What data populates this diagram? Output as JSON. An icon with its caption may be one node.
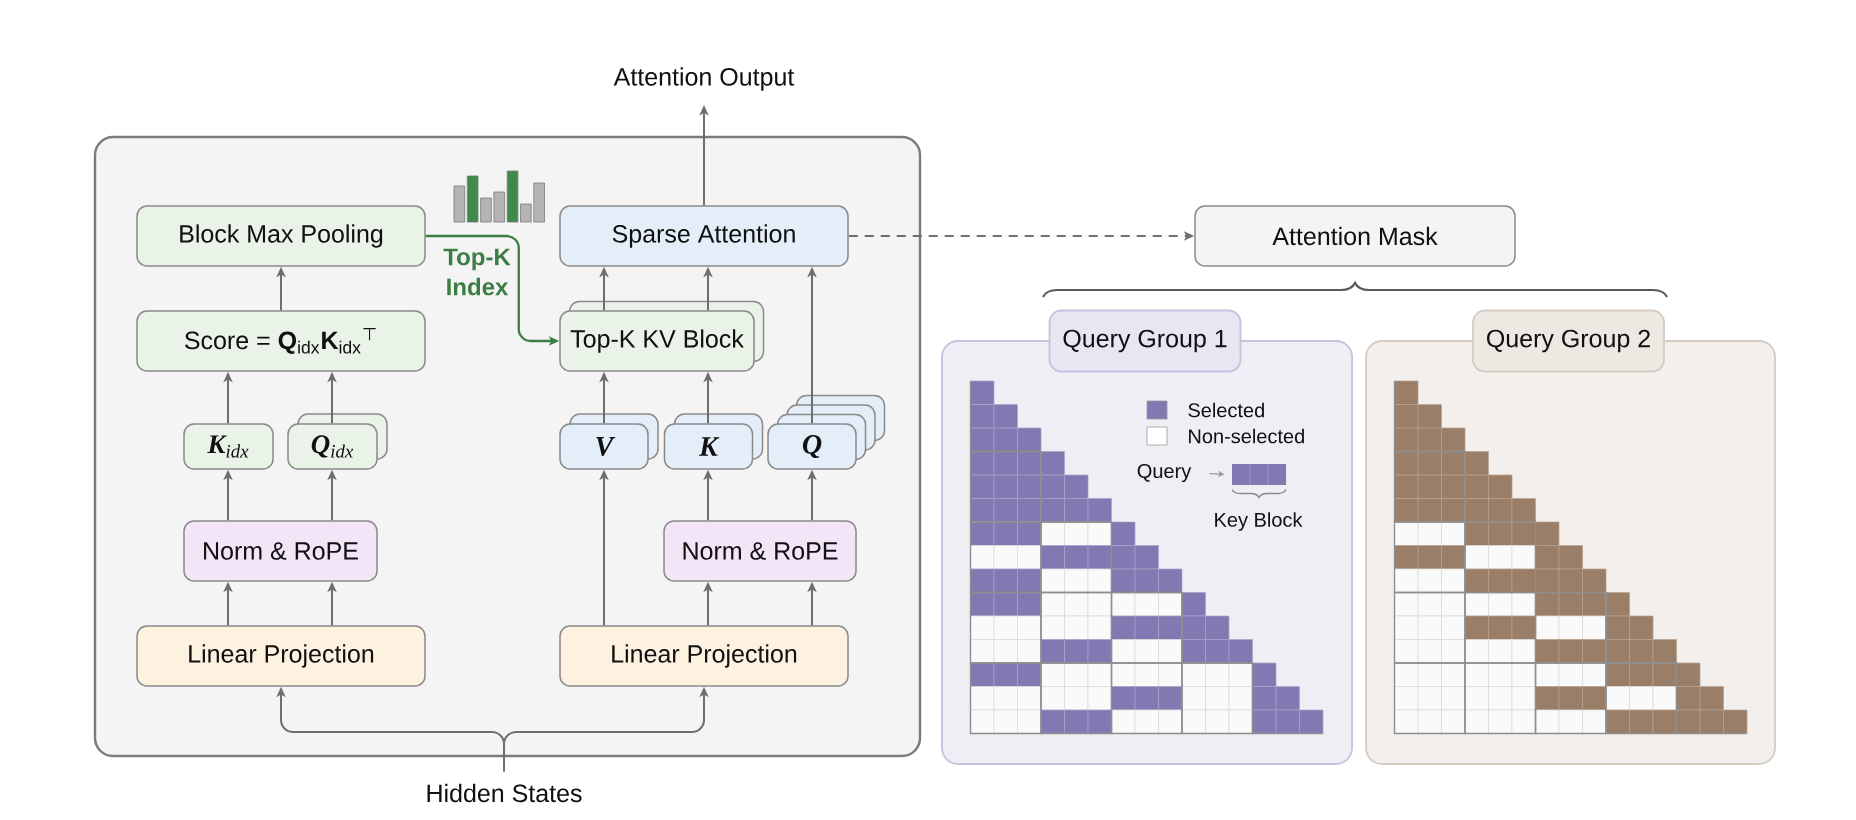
{
  "diagram": {
    "nodes": [
      {
        "text": [],
        "shape": "box"
      },
      {
        "text": [
          "Attention Output"
        ]
      },
      {
        "text": [
          "Block Max Pooling"
        ],
        "in": 0
      },
      {
        "text": [
          "Sparse Attention"
        ],
        "in": 0
      },
      {
        "text": [
          "Score = **Q**$_{idx}$**K**$_{idx}$$^{⊤}$"
        ],
        "in": 0
      },
      {
        "text": [
          "Top-K KV Block"
        ],
        "in": 0
      },
      {
        "text": [
          "**K**$_{idx}$"
        ],
        "in": 0
      },
      {
        "text": [
          "**Q**$_{idx}$"
        ],
        "in": 0
      },
      {
        "text": [
          "V"
        ],
        "in": 0
      },
      {
        "text": [
          "K"
        ],
        "in": 0
      },
      {
        "text": [
          "Q"
        ],
        "in": 0
      },
      {
        "text": [
          "Norm & RoPE"
        ],
        "in": 0
      },
      {
        "text": [
          "Norm & RoPE"
        ],
        "in": 0
      },
      {
        "text": [
          "Linear Projection"
        ],
        "in": 0
      },
      {
        "text": [
          "Linear Projection"
        ],
        "in": 0
      },
      {
        "text": [
          "Hidden States"
        ]
      },
      {
        "text": [
          "Attention Mask"
        ]
      },
      {
        "text": [
          "Query Group 1"
        ]
      },
      {
        "text": [
          "Query"
        ],
        "in": 17
      },
      {
        "text": [],
        "shape": "bar",
        "in": 17,
        "beside": [
          "Key Block"
        ]
      },
      {
        "text": [
          "Query Group 2"
        ]
      }
    ],
    "edges": [
      {
        "from": 3,
        "to": 1,
        "arrow": "to"
      },
      {
        "from": 4,
        "to": 2,
        "arrow": "to"
      },
      {
        "from": 2,
        "to": 5,
        "arrow": "to",
        "label": "Top-K Index",
        "color": "#3b7d44"
      },
      {
        "from": 5,
        "to": 3,
        "arrow": "to"
      },
      {
        "from": 5,
        "to": 3,
        "arrow": "to"
      },
      {
        "from": 10,
        "to": 3,
        "arrow": "to"
      },
      {
        "from": 6,
        "to": 4,
        "arrow": "to"
      },
      {
        "from": 7,
        "to": 4,
        "arrow": "to"
      },
      {
        "from": 8,
        "to": 5,
        "arrow": "to"
      },
      {
        "from": 9,
        "to": 5,
        "arrow": "to"
      },
      {
        "from": 11,
        "to": 6,
        "arrow": "to"
      },
      {
        "from": 11,
        "to": 7,
        "arrow": "to"
      },
      {
        "from": 13,
        "to": 11,
        "arrow": "to"
      },
      {
        "from": 13,
        "to": 11,
        "arrow": "to"
      },
      {
        "from": 14,
        "to": 8,
        "arrow": "to"
      },
      {
        "from": 14,
        "to": 12,
        "arrow": "to"
      },
      {
        "from": 14,
        "to": 12,
        "arrow": "to"
      },
      {
        "from": 12,
        "to": 9,
        "arrow": "to"
      },
      {
        "from": 12,
        "to": 10,
        "arrow": "to"
      },
      {
        "from": 15,
        "to": 13,
        "arrow": "to"
      },
      {
        "from": 15,
        "to": 14,
        "arrow": "to"
      },
      {
        "from": 3,
        "to": 16,
        "arrow": "to",
        "style": "dashed"
      },
      {
        "from": 18,
        "to": 19,
        "arrow": "to",
        "color": "#9a9a9a"
      }
    ],
    "legend": [
      {
        "text": "Selected",
        "color": "#8179b1"
      },
      {
        "text": "Non-selected",
        "color": "#ffffff"
      }
    ]
  }
}
